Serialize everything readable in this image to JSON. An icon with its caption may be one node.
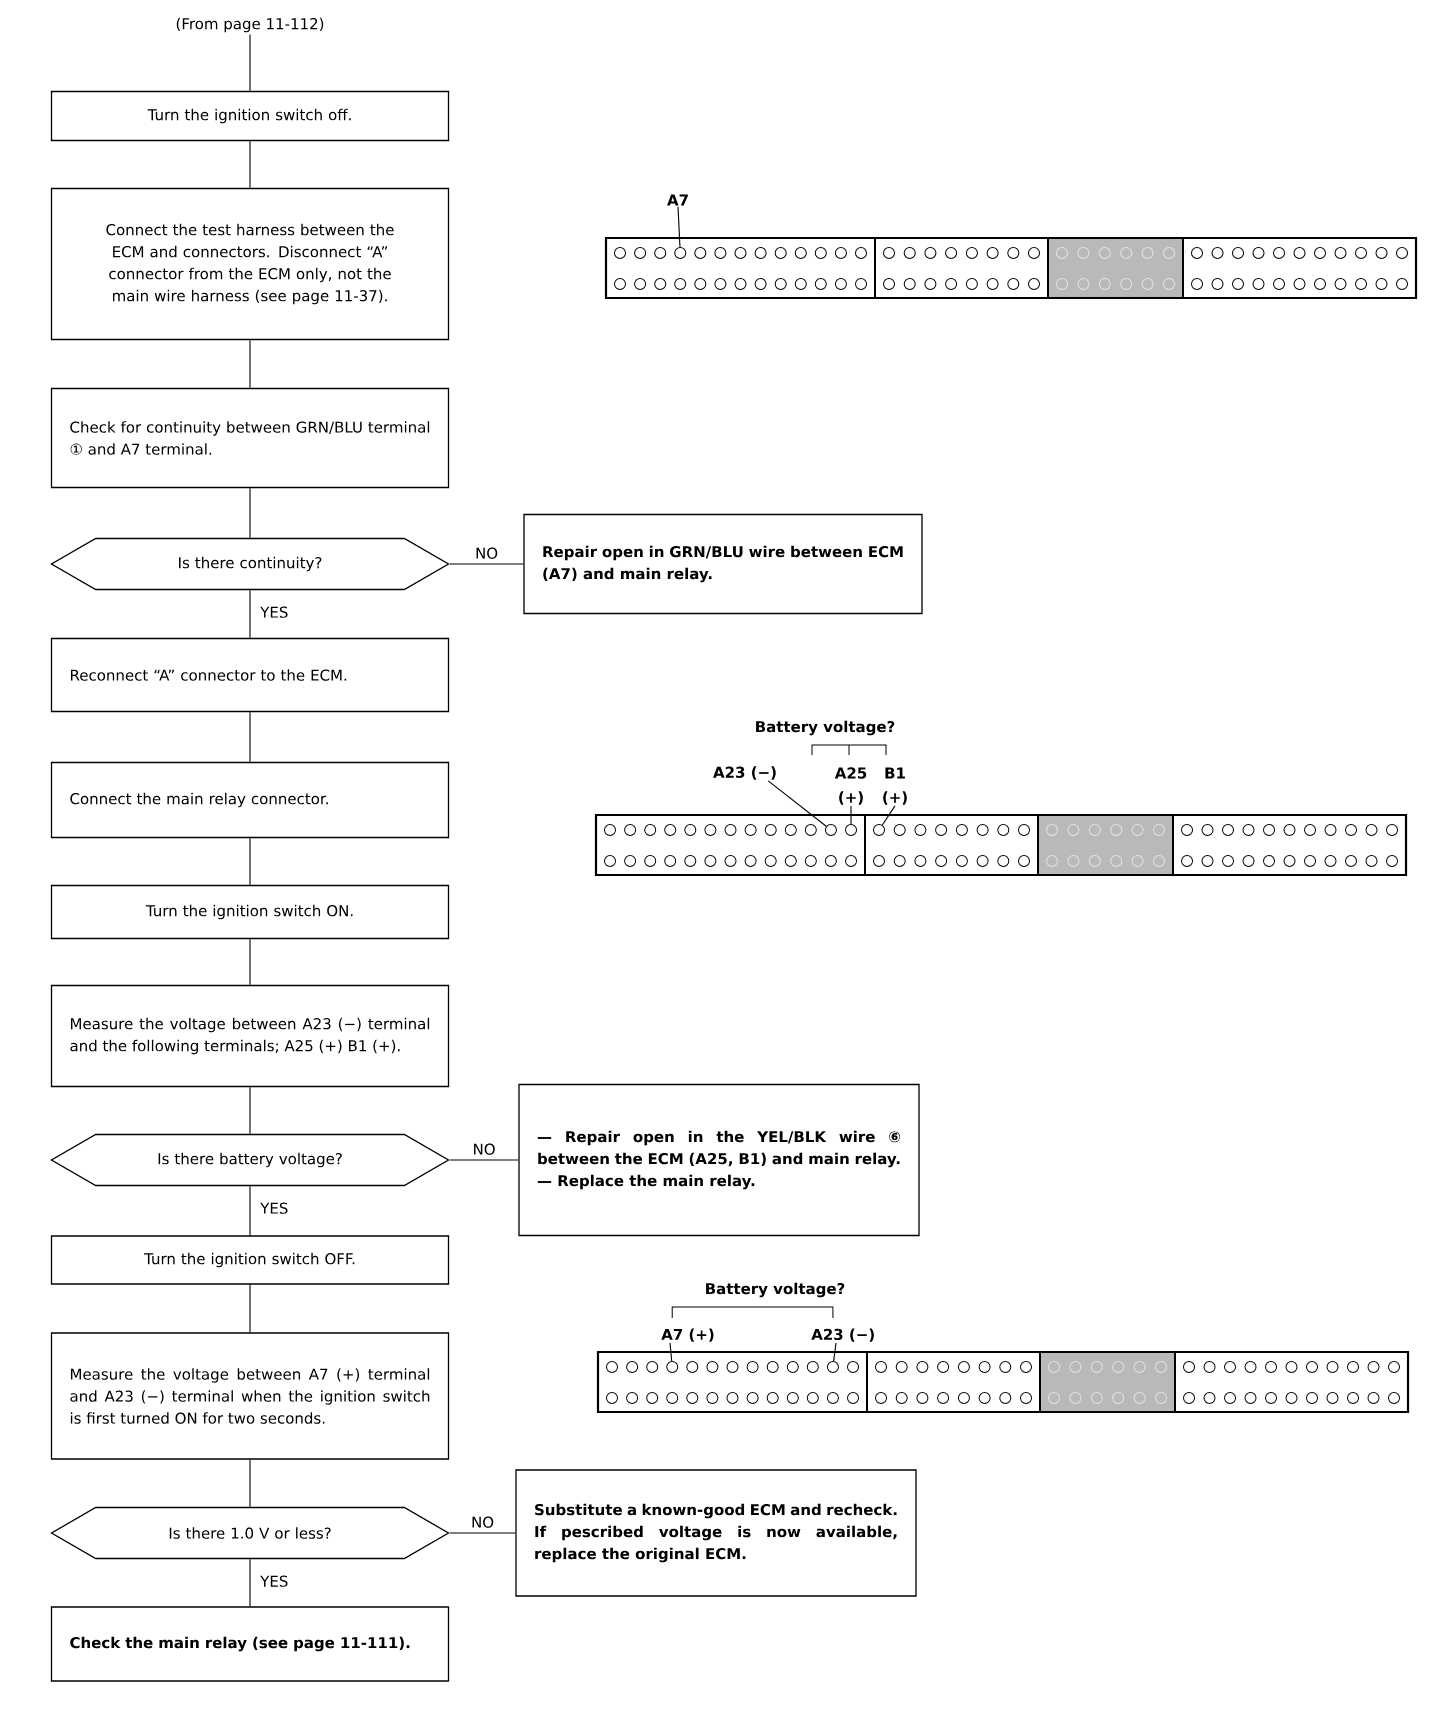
{
  "diagram": {
    "nodes": [
      {
        "text": [
          "(From page 11-112)"
        ]
      },
      {
        "text": [
          "Turn the ignition switch off."
        ]
      },
      {
        "text": [
          "Connect the test harness between the ECM and connectors. Disconnect “A” connector from the ECM only, not the main wire harness (see page 11-37)."
        ]
      },
      {
        "text": [
          "Check for continuity between GRN/BLU terminal ① and A7 terminal."
        ]
      },
      {
        "text": [
          "Is there continuity?"
        ]
      },
      {
        "text": [
          "Repair open in GRN/BLU wire between ECM (A7) and main relay."
        ]
      },
      {
        "text": [
          "Reconnect “A” connector to the ECM."
        ]
      },
      {
        "text": [
          "Connect the main relay connector."
        ]
      },
      {
        "text": [
          "Turn the ignition switch ON."
        ]
      },
      {
        "text": [
          "Measure the voltage between A23 (−) terminal and the following terminals; A25 (+) B1 (+)."
        ]
      },
      {
        "text": [
          "Is there battery voltage?"
        ]
      },
      {
        "text": [
          "— Repair open in the YEL/BLK wire ⑥ between the ECM (A25, B1) and main relay.",
          "— Replace the main relay."
        ]
      },
      {
        "text": [
          "Turn the ignition switch OFF."
        ]
      },
      {
        "text": [
          "Measure the voltage between A7 (+) terminal and A23 (−) terminal when the ignition switch is first turned ON for two seconds."
        ]
      },
      {
        "text": [
          "Is there 1.0 V or less?"
        ]
      },
      {
        "text": [
          "Substitute a known-good ECM and recheck. If pescribed voltage is now available, replace the original ECM."
        ]
      },
      {
        "text": [
          "Check the main relay (see page 11-111)."
        ]
      },
      {
        "text": [
          "A7"
        ]
      },
      {
        "text": [
          "A23 (−)"
        ]
      },
      {
        "text": [
          "(+)"
        ]
      },
      {
        "text": [
          "(+)"
        ]
      },
      {
        "text": [
          "A7 (+)"
        ]
      },
      {
        "text": [
          "A23 (−)"
        ]
      },
      {
        "text": [],
        "shape": "circle"
      },
      {
        "text": [],
        "shape": "circle"
      },
      {
        "text": [],
        "shape": "circle"
      },
      {
        "text": [],
        "shape": "circle"
      },
      {
        "text": [],
        "shape": "circle"
      },
      {
        "text": [],
        "shape": "circle"
      }
    ],
    "edges": [
      {
        "from": 0,
        "to": 1,
        "arrow": "none"
      },
      {
        "from": 1,
        "to": 2,
        "arrow": "none"
      },
      {
        "from": 2,
        "to": 3,
        "arrow": "none"
      },
      {
        "from": 3,
        "to": 4,
        "arrow": "none"
      },
      {
        "from": 4,
        "to": 5,
        "arrow": "none",
        "label": "NO"
      },
      {
        "from": 4,
        "to": 6,
        "arrow": "none",
        "label": "YES"
      },
      {
        "from": 6,
        "to": 7,
        "arrow": "none"
      },
      {
        "from": 7,
        "to": 8,
        "arrow": "none"
      },
      {
        "from": 8,
        "to": 9,
        "arrow": "none"
      },
      {
        "from": 9,
        "to": 10,
        "arrow": "none"
      },
      {
        "from": 10,
        "to": 11,
        "arrow": "none",
        "label": "NO"
      },
      {
        "from": 10,
        "to": 12,
        "arrow": "none",
        "label": "YES"
      },
      {
        "from": 12,
        "to": 13,
        "arrow": "none"
      },
      {
        "from": 13,
        "to": 14,
        "arrow": "none"
      },
      {
        "from": 14,
        "to": 15,
        "arrow": "none",
        "label": "NO"
      },
      {
        "from": 14,
        "to": 16,
        "arrow": "none",
        "label": "YES"
      },
      {
        "from": 17,
        "to": 23,
        "arrow": "none"
      },
      {
        "from": 18,
        "to": 24,
        "arrow": "none"
      },
      {
        "from": 19,
        "to": 25,
        "arrow": "none"
      },
      {
        "from": 20,
        "to": 26,
        "arrow": "none"
      },
      {
        "from": 21,
        "to": 27,
        "arrow": "none"
      },
      {
        "from": 22,
        "to": 28,
        "arrow": "none"
      }
    ],
    "labels": [
      "Battery voltage?",
      "A25",
      "B1",
      "Battery voltage?"
    ]
  }
}
